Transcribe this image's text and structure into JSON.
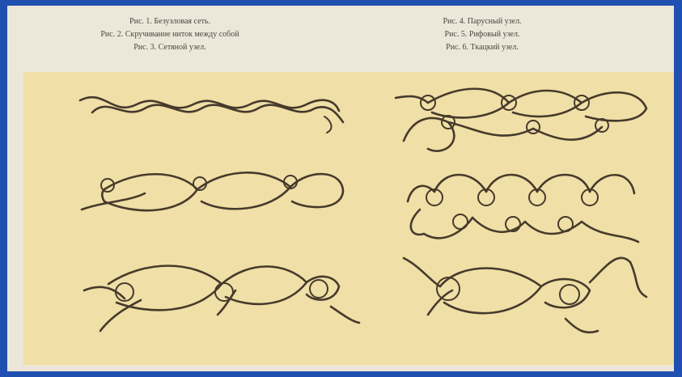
{
  "captions": {
    "left": [
      "Рис. 1. Безузловая сеть.",
      "Рис. 2. Скручивание ниток между собой",
      "Рис. 3. Сетяной узел."
    ],
    "right": [
      "Рис. 4. Парусный узел.",
      "Рис. 5. Рифовый узел.",
      "Рис. 6. Ткацкий узел."
    ]
  },
  "colors": {
    "frame": "#1f4fb0",
    "page": "#ece7d9",
    "plate": "#f0dfa6",
    "ink": "#463a2c"
  },
  "figures": [
    {
      "icon": "twisted-netting-icon"
    },
    {
      "icon": "loop-mesh-icon"
    },
    {
      "icon": "crossed-knot-mesh-icon"
    },
    {
      "icon": "sail-knot-chain-icon"
    },
    {
      "icon": "reef-knot-mesh-icon"
    },
    {
      "icon": "weavers-knot-icon"
    }
  ]
}
